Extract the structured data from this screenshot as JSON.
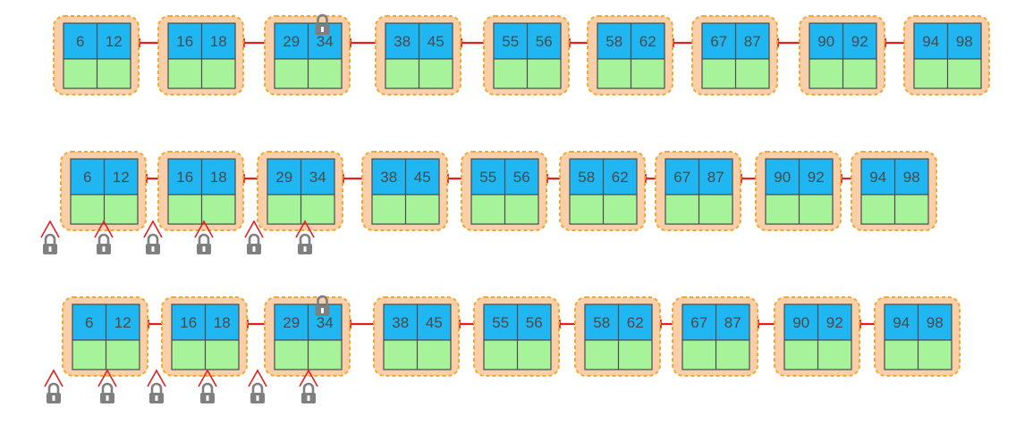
{
  "colors": {
    "node_outer_fill": "#f8cfa8",
    "node_outer_border": "#f4a72e",
    "key_fill": "#1fb6f2",
    "pointer_fill": "#a6f39a",
    "cell_border": "#4d4d4d",
    "link_arrow": "#e41f1f",
    "latch_arch": "#e41f1f",
    "lock_icon": "#7f7f7f"
  },
  "icons": {
    "link": "double-arrow-icon",
    "lock": "padlock-icon",
    "latch": "arch-latch-icon"
  },
  "rows": [
    {
      "name": "row-1",
      "nodes": [
        {
          "keys": [
            "6",
            "12"
          ]
        },
        {
          "keys": [
            "16",
            "18"
          ]
        },
        {
          "keys": [
            "29",
            "34"
          ],
          "locked": true
        },
        {
          "keys": [
            "38",
            "45"
          ]
        },
        {
          "keys": [
            "55",
            "56"
          ]
        },
        {
          "keys": [
            "58",
            "62"
          ]
        },
        {
          "keys": [
            "67",
            "87"
          ]
        },
        {
          "keys": [
            "90",
            "92"
          ]
        },
        {
          "keys": [
            "94",
            "98"
          ]
        }
      ],
      "latch_locks": 0
    },
    {
      "name": "row-2",
      "nodes": [
        {
          "keys": [
            "6",
            "12"
          ]
        },
        {
          "keys": [
            "16",
            "18"
          ]
        },
        {
          "keys": [
            "29",
            "34"
          ]
        },
        {
          "keys": [
            "38",
            "45"
          ]
        },
        {
          "keys": [
            "55",
            "56"
          ]
        },
        {
          "keys": [
            "58",
            "62"
          ]
        },
        {
          "keys": [
            "67",
            "87"
          ]
        },
        {
          "keys": [
            "90",
            "92"
          ]
        },
        {
          "keys": [
            "94",
            "98"
          ]
        }
      ],
      "latch_locks": 6
    },
    {
      "name": "row-3",
      "nodes": [
        {
          "keys": [
            "6",
            "12"
          ]
        },
        {
          "keys": [
            "16",
            "18"
          ]
        },
        {
          "keys": [
            "29",
            "34"
          ],
          "locked": true
        },
        {
          "keys": [
            "38",
            "45"
          ]
        },
        {
          "keys": [
            "55",
            "56"
          ]
        },
        {
          "keys": [
            "58",
            "62"
          ]
        },
        {
          "keys": [
            "67",
            "87"
          ]
        },
        {
          "keys": [
            "90",
            "92"
          ]
        },
        {
          "keys": [
            "94",
            "98"
          ]
        }
      ],
      "latch_locks": 6
    }
  ]
}
